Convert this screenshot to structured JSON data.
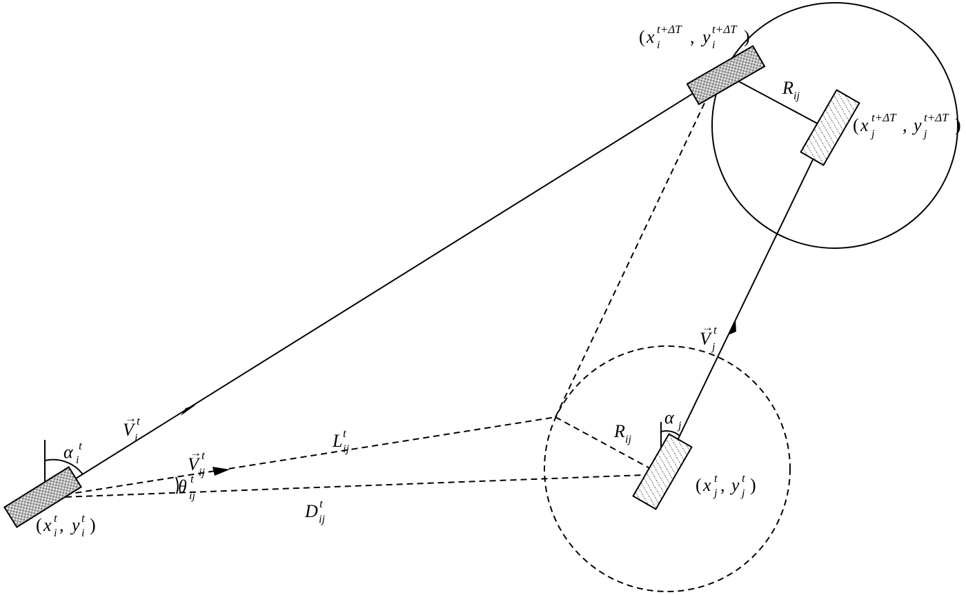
{
  "labels": {
    "pos_i_t": {
      "open": "(",
      "x": "x",
      "x_sub": "i",
      "x_sup": "t",
      "sep": ", ",
      "y": "y",
      "y_sub": "i",
      "y_sup": "t",
      "close": ")"
    },
    "pos_j_t": {
      "open": "(",
      "x": "x",
      "x_sub": "j",
      "x_sup": "t",
      "sep": ", ",
      "y": "y",
      "y_sub": "j",
      "y_sup": "t",
      "close": ")"
    },
    "pos_i_future": {
      "open": "(",
      "x": "x",
      "x_sub": "i",
      "x_sup": "t+ΔT",
      "sep": ", ",
      "y": "y",
      "y_sub": "i",
      "y_sup": "t+ΔT",
      "close": ")"
    },
    "pos_j_future": {
      "open": "(",
      "x": "x",
      "x_sub": "j",
      "x_sup": "t+ΔT",
      "sep": ", ",
      "y": "y",
      "y_sub": "j",
      "y_sup": "t+ΔT",
      "close": ")"
    },
    "v_i": {
      "base": "V",
      "sub": "i",
      "sup": "t"
    },
    "v_j": {
      "base": "V",
      "sub": "j",
      "sup": "t"
    },
    "v_ij": {
      "base": "V",
      "sub": "ij",
      "sup": "t"
    },
    "alpha_i": {
      "base": "α",
      "sub": "i",
      "sup": "t"
    },
    "alpha_j": {
      "base": "α",
      "sub": "j"
    },
    "theta_ij": {
      "base": "θ",
      "sub": "ij",
      "sup": "t"
    },
    "l_ij": {
      "base": "L",
      "sub": "ij",
      "sup": "t"
    },
    "d_ij": {
      "base": "D",
      "sub": "ij",
      "sup": "t"
    },
    "r_ij_top": {
      "base": "R",
      "sub": "ij"
    },
    "r_ij_bottom": {
      "base": "R",
      "sub": "ij"
    },
    "vector_arrow": "→"
  }
}
